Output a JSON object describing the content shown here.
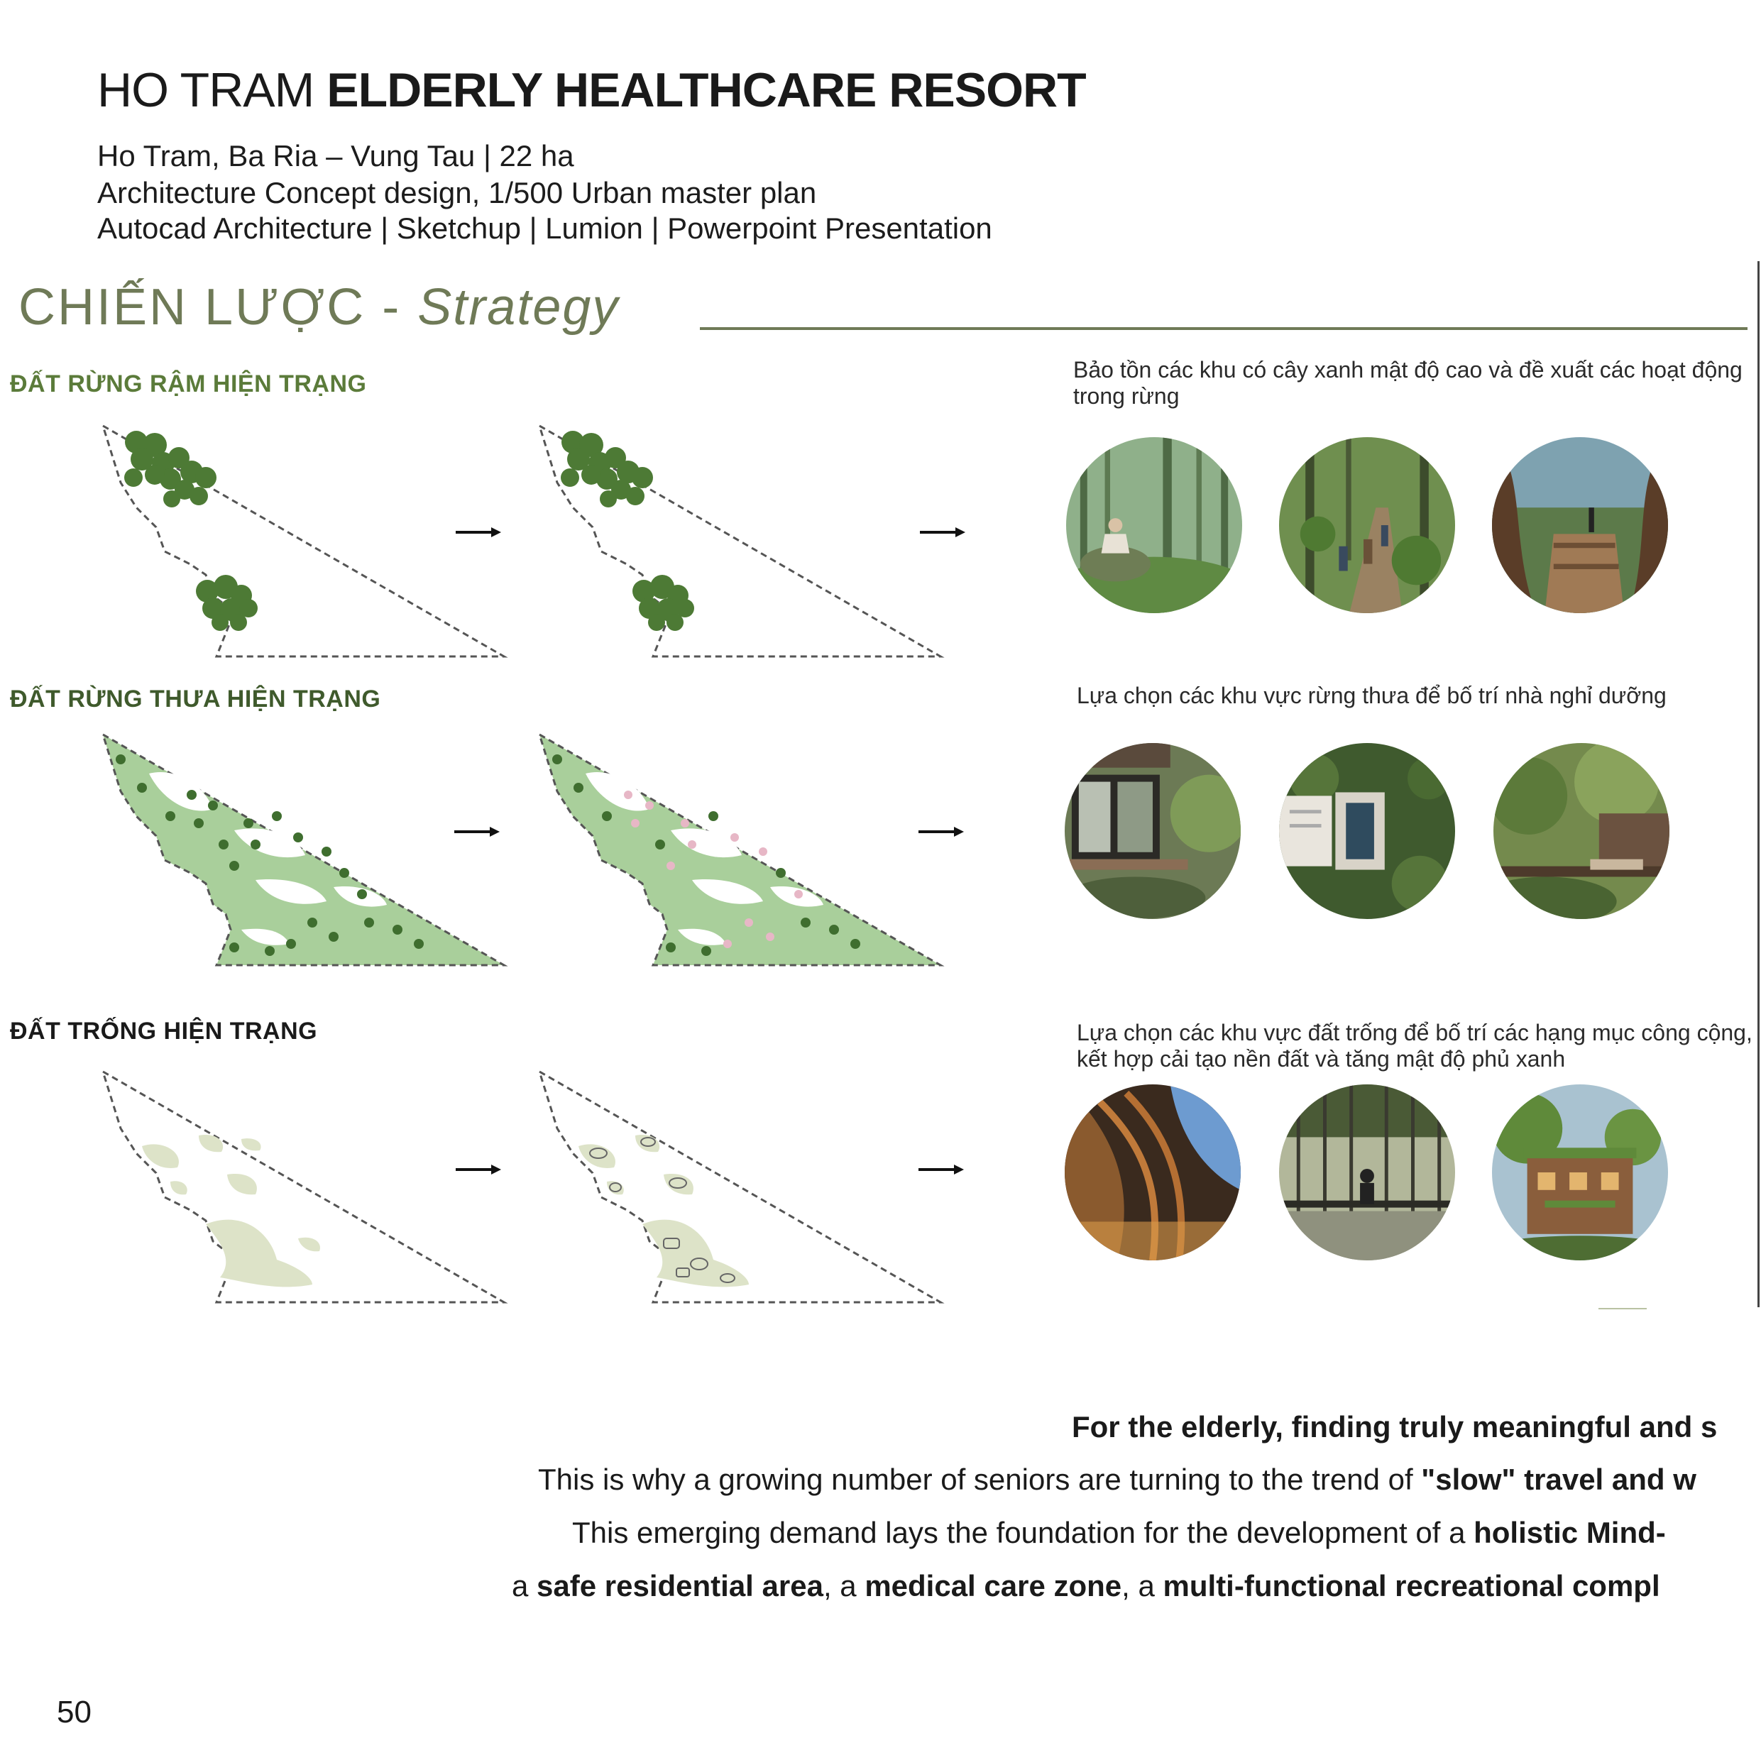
{
  "header": {
    "title_light": "HO TRAM",
    "title_bold": "ELDERLY HEALTHCARE RESORT",
    "line1": "Ho Tram, Ba Ria – Vung Tau | 22 ha",
    "line2": "Architecture Concept design, 1/500 Urban master plan",
    "line3": "Autocad Architecture | Sketchup | Lumion | Powerpoint Presentation"
  },
  "strategy": {
    "heading_vi": "CHIẾN LƯỢC -",
    "heading_en": "Strategy"
  },
  "colors": {
    "accent_olive": "#6f7a57",
    "section1_label": "#5b7b3a",
    "section2_label": "#3f5a2c",
    "section3_label": "#1a1a1a",
    "dense_forest": "#4d7a35",
    "sparse_forest_fill": "#a9cf9b",
    "empty_land": "#dde3c8"
  },
  "sections": [
    {
      "label": "ĐẤT RỪNG RẬM HIỆN TRẠNG",
      "description": "Bảo tồn các khu có cây xanh mật độ cao và đề xuất các hoạt động trong rừng",
      "photos": [
        "forest-meditation-photo",
        "forest-hiking-photo",
        "treetop-deck-photo"
      ]
    },
    {
      "label": "ĐẤT RỪNG THƯA HIỆN TRẠNG",
      "description": "Lựa chọn các khu vực rừng thưa để bố trí nhà nghỉ dưỡng",
      "photos": [
        "forest-villa-photo",
        "villa-pool-aerial-photo",
        "garden-terrace-photo"
      ]
    },
    {
      "label": "ĐẤT TRỐNG HIỆN TRẠNG",
      "description": "Lựa chọn các khu vực đất trống để bố trí các hạng mục công cộng, kết hợp cải tạo nền đất và tăng mật độ phủ xanh",
      "photos": [
        "timber-pavilion-photo",
        "bamboo-hall-photo",
        "green-roof-building-photo"
      ]
    }
  ],
  "paragraph": {
    "l1_bold": "For the elderly, finding truly meaningful and s",
    "l2_a": "This is why a growing number of seniors are turning to the trend of ",
    "l2_b": "\"slow\" travel and w",
    "l3_a": "This emerging demand lays the foundation for the development of a ",
    "l3_b": "holistic Mind-",
    "l4_a": "a ",
    "l4_b": "safe residential area",
    "l4_c": ", a ",
    "l4_d": "medical care zone",
    "l4_e": ", a ",
    "l4_f": "multi-functional recreational compl"
  },
  "page_number": "50"
}
